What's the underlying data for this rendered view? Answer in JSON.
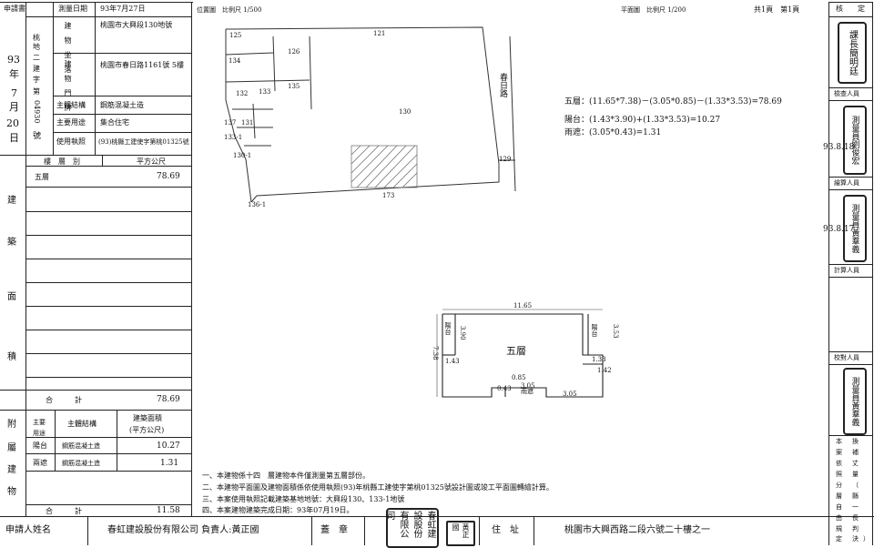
{
  "header": {
    "applicant_doc_label": "申請書",
    "survey_date_label": "測量日期",
    "survey_date_value": "93年7月27日",
    "building_location_label": "建　物　坐　落",
    "building_location_value": "桃園市大興段130地號",
    "door_number_label": "建　物　門　牌",
    "door_number_value": "桃園市春日路1161號 5樓",
    "main_structure_label": "主體結構",
    "main_structure_value": "鋼筋混凝土造",
    "main_use_label": "主要用途",
    "main_use_value": "集合住宅",
    "use_permit_label": "使用執照",
    "use_permit_value": "(93)桃縣工建使字第桃01325號",
    "left_date_chars": [
      "93",
      "年",
      "7",
      "月",
      "20",
      "日"
    ],
    "left_number_chars": [
      "桃",
      "地",
      "二",
      "建",
      "字",
      "第"
    ],
    "left_number_value": "04930",
    "left_number_suffix": "號"
  },
  "area_table": {
    "col_floor_label": "樓　層　別",
    "col_area_label": "平方公尺",
    "side_label_chars": [
      "建",
      "築",
      "面",
      "積"
    ],
    "rows": [
      {
        "floor": "五層",
        "area": "78.69"
      }
    ],
    "total_label": "合　　　計",
    "total_value": "78.69"
  },
  "annex_table": {
    "side_label_chars": [
      "附",
      "屬",
      "建",
      "物"
    ],
    "col_use_label": "主要用途",
    "col_structure_label": "主體結構",
    "col_area_label_1": "建築面積",
    "col_area_label_2": "(平方公尺)",
    "rows": [
      {
        "use": "陽台",
        "structure": "鋼筋混凝土造",
        "area": "10.27"
      },
      {
        "use": "兩遮",
        "structure": "鋼筋混凝土造",
        "area": "1.31"
      }
    ],
    "total_label": "合　　　計",
    "total_value": "11.58"
  },
  "location_map": {
    "label": "位置圖　比例尺 1/500",
    "lot_numbers": [
      "125",
      "126",
      "121",
      "134",
      "135",
      "132",
      "133",
      "137",
      "131",
      "173",
      "130",
      "130-1",
      "136-1",
      "133-1",
      "129"
    ],
    "road_name": "春日路"
  },
  "plan": {
    "label": "平面圖　比例尺 1/200",
    "page_info": "共1頁　第1頁",
    "floor_label": "五層",
    "dim_top": "11.65",
    "dim_side": "7.38",
    "balcony_left": "陽台",
    "balcony_right": "陽台",
    "small_dims": [
      "1.43",
      "3.90",
      "1.33",
      "3.53",
      "0.85",
      "3.05",
      "0.43",
      "3.05",
      "1.42"
    ],
    "rain_label": "雨遮",
    "calc_line_1": "五層：(11.65*7.38)－(3.05*0.85)－(1.33*3.53)=78.69",
    "calc_line_2": "陽台：(1.43*3.90)+(1.33*3.53)=10.27",
    "calc_line_3": "雨遮：(3.05*0.43)=1.31"
  },
  "notes": [
    "一、本建物係十四　層建物本件僅測量第五層部份。",
    "二、本建物平面圖及建物面積係依使用執照(93)年桃縣工建使字第桃01325號設計圖或竣工平面圖轉繪計算。",
    "三、本案使用執照記載建築基地地號：大興段130、133-1地號",
    "四、本案建物建築完成日期：93年07月19日。"
  ],
  "footer": {
    "applicant_label": "申請人姓名",
    "applicant_value": "春虹建設股份有限公司 負責人:黃正國",
    "seal_label": "蓋　章",
    "company_stamp": "春虹建設股份有限公司",
    "person_stamp": "黃正國",
    "address_label": "住　址",
    "address_value": "桃園市大興西路二段六號二十樓之一"
  },
  "approval": {
    "header": "核　　定",
    "stamp_1": "課長簡明廷",
    "checker_label": "檢查人員",
    "checker_stamp": "測量員劉俊宏",
    "checker_date": "93.8.18",
    "survey_label": "繪算人員",
    "survey_stamp": "測量員黃羣義",
    "survey_date": "93.8.17",
    "calc_label": "計算人員",
    "check_label": "校對人員",
    "check_stamp": "測量員黃羣義",
    "note_chars": [
      "本",
      "案",
      "依",
      "照",
      "分",
      "層",
      "自",
      "由",
      "規",
      "定",
      "換",
      "補",
      "丈",
      "量",
      "（",
      "縣",
      "一",
      "長",
      "判",
      "決",
      "）"
    ]
  }
}
